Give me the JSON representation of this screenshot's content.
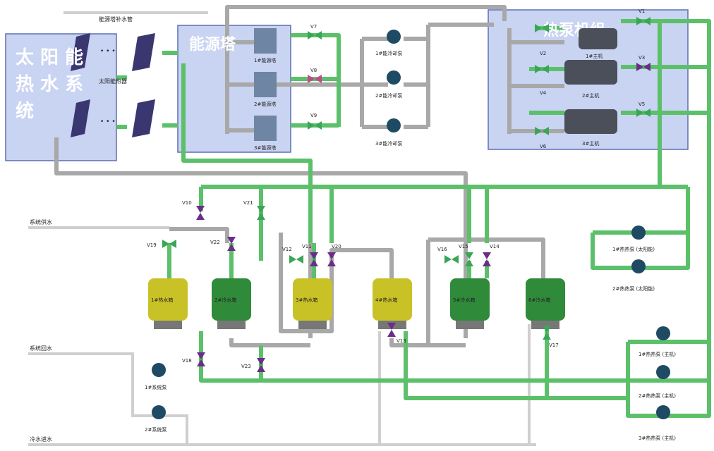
{
  "colors": {
    "pipe_green": "#5cc06a",
    "pipe_grey": "#a8a8a8",
    "pipe_supply": "#c8c8c8",
    "box_fill": "#c9d3f2",
    "tank_yellow": "#c9c227",
    "tank_green": "#2f8a3a",
    "valve_green": "#3aa655",
    "valve_purple": "#6b2d8a",
    "pump": "#1f4a63"
  },
  "systems": {
    "solar": {
      "title_line1": "太 阳 能",
      "title_line2": "热 水 系",
      "title_line3": "统",
      "label_top": "能源塔补水管",
      "label_mid": "太阳能热器"
    },
    "tower": {
      "title": "能源塔",
      "label_top": "1#能源塔",
      "label_mid": "2#能源塔",
      "label_bottom": "3#能源塔"
    },
    "heatpump": {
      "title": "热泵机组",
      "unit1": "1#主机",
      "unit2": "2#主机",
      "unit3": "3#主机"
    }
  },
  "valves": {
    "V1": "V1",
    "V2": "V2",
    "V3": "V3",
    "V4": "V4",
    "V5": "V5",
    "V6": "V6",
    "V7": "V7",
    "V8": "V8",
    "V9": "V9",
    "V10": "V10",
    "V11": "V11",
    "V12": "V12",
    "V13": "V13",
    "V14": "V14",
    "V15": "V15",
    "V16": "V16",
    "V17": "V17",
    "V18": "V18",
    "V19": "V19",
    "V20": "V20",
    "V21": "V21",
    "V22": "V22",
    "V23": "V23"
  },
  "pumps": {
    "cool1": "1#能冷却泵",
    "cool2": "2#能冷却泵",
    "cool3": "3#能冷却泵",
    "solar1": "1#热热泵 (太阳能)",
    "solar2": "2#热热泵 (太阳能)",
    "main1": "1#热热泵 (主机)",
    "main2": "2#热热泵 (主机)",
    "main3": "3#热热泵 (主机)",
    "sys1": "1#系统泵",
    "sys2": "2#系统泵"
  },
  "tanks": {
    "t1": "1#热水箱",
    "t2": "2#冷水箱",
    "t3": "3#热水箱",
    "t4": "4#热水箱",
    "t5": "5#冷水箱",
    "t6": "6#冷水箱"
  },
  "lines": {
    "sys_supply": "系统供水",
    "sys_return": "系统回水",
    "cold_make": "冷水进水"
  }
}
